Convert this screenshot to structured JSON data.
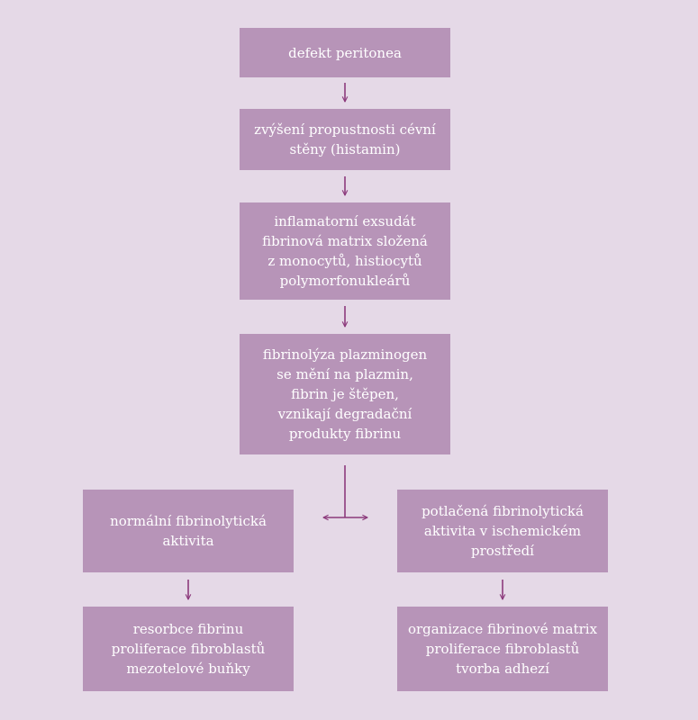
{
  "nodes": {
    "defekt": "defekt peritonea",
    "propustnost": "zvýšení propustnosti cévní\nstěny (histamin)",
    "exsudat": "inflamatorní exsudát\nfibrinová matrix složená\nz monocytů, histiocytů\npolymorfonukleárů",
    "fibrinolyza": "fibrinolýza plazminogen\nse mění na plazmin,\nfibrin je štěpen,\nvznikají degradační\nprodukty fibrinu",
    "normalni": "normální fibrinolytická\naktivita",
    "potlacena": "potlačená fibrinolytická\naktivita v ischemickém\nprostředí",
    "resorbce": "resorbce fibrinu\nproliferace fibroblastů\nmezotelové buňky",
    "organizace": "organizace fibrinové matrix\nproliferace fibroblastů\ntvorba adhezí"
  },
  "colors": {
    "background": "#e5d9e7",
    "box": "#b794b8",
    "text": "#ffffff",
    "arrow": "#8c3a7c"
  }
}
